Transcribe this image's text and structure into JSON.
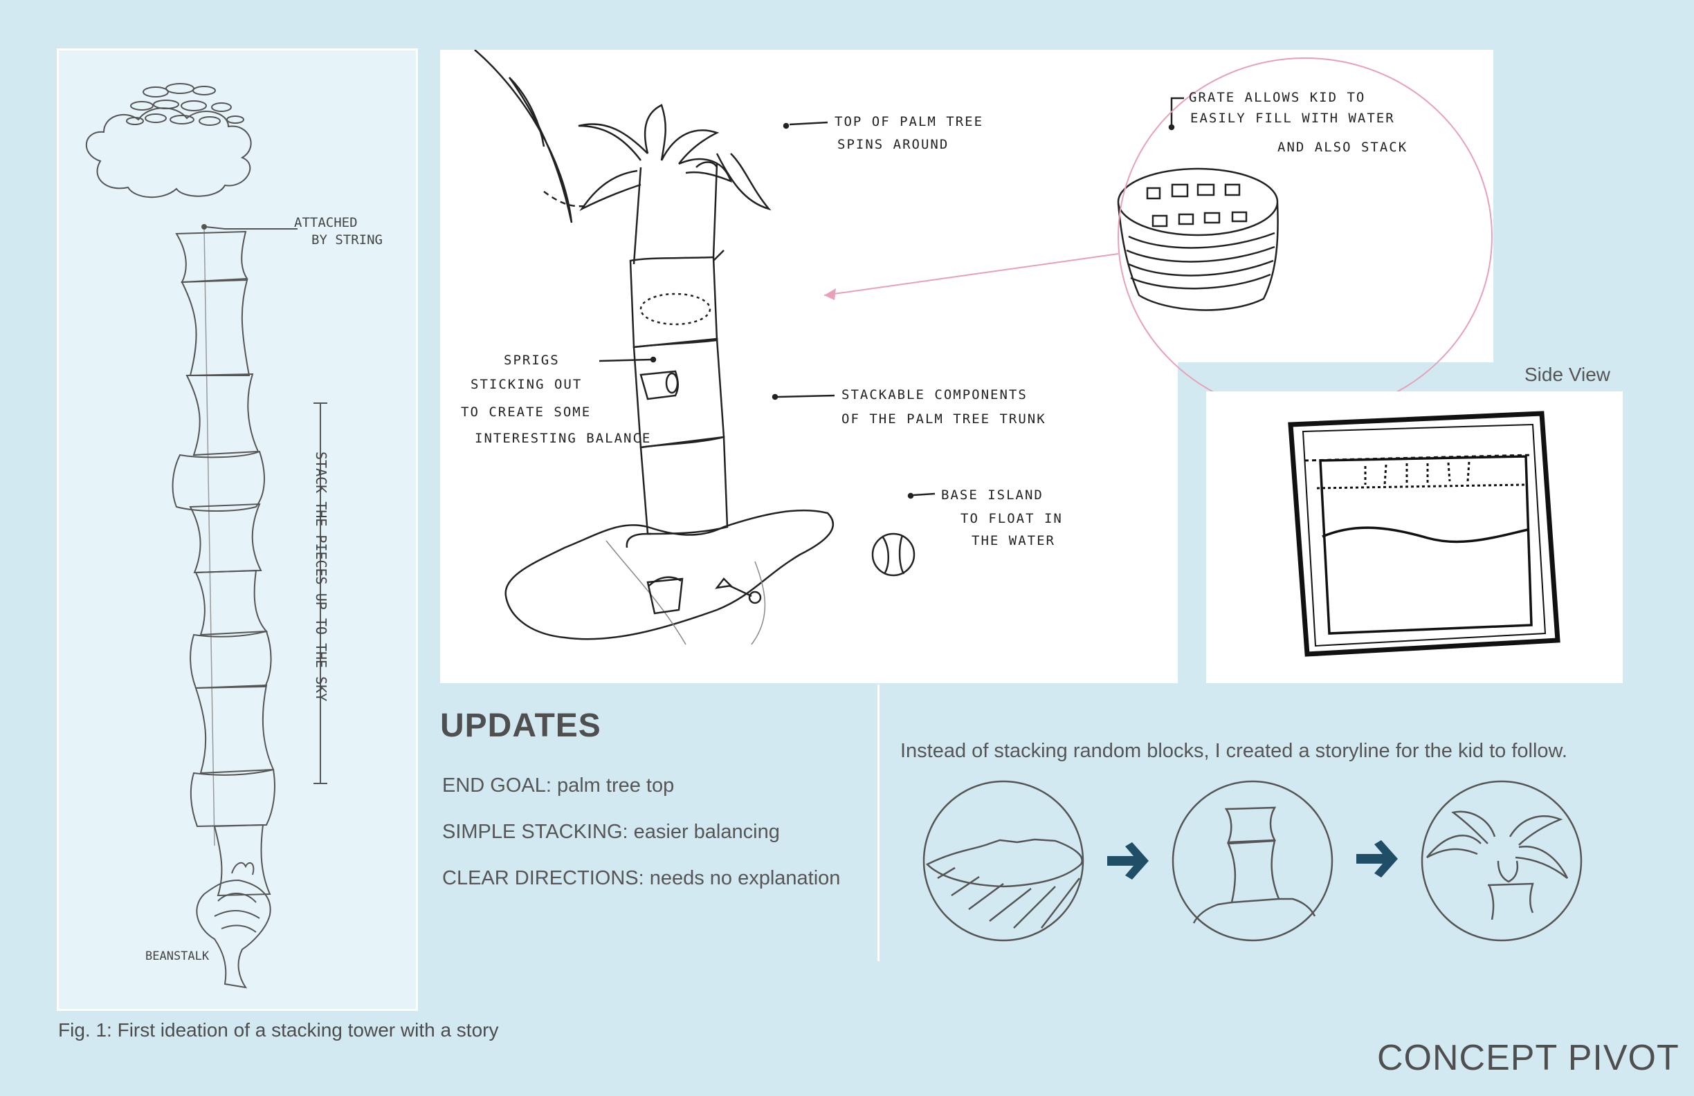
{
  "left_sketch": {
    "annotation_attached": "ATTACHED",
    "annotation_string": "BY STRING",
    "annotation_stack": "STACK THE PIECES UP TO THE SKY",
    "annotation_beanstalk": "BEANSTALK"
  },
  "caption": "Fig. 1: First ideation of a stacking tower with a story",
  "main_sketch": {
    "top_label_1": "TOP OF PALM TREE",
    "top_label_2": "SPINS AROUND",
    "sprigs_1": "SPRIGS",
    "sprigs_2": "STICKING OUT",
    "sprigs_3": "TO CREATE SOME",
    "sprigs_4": "INTERESTING BALANCE",
    "stack_1": "STACKABLE COMPONENTS",
    "stack_2": "OF THE PALM TREE TRUNK",
    "base_1": "BASE ISLAND",
    "base_2": "TO FLOAT IN",
    "base_3": "THE WATER",
    "grate_1": "GRATE ALLOWS KID TO",
    "grate_2": "EASILY FILL WITH WATER",
    "grate_3": "AND ALSO STACK"
  },
  "side_view_label": "Side View",
  "updates": {
    "title": "UPDATES",
    "items": [
      "END GOAL: palm tree top",
      "SIMPLE STACKING: easier balancing",
      "CLEAR DIRECTIONS: needs no explanation"
    ]
  },
  "storyline": "Instead of stacking random blocks, I created a storyline for the kid to follow.",
  "footer_title": "CONCEPT PIVOT",
  "colors": {
    "background": "#d3e9f2",
    "arrow": "#1f4e66",
    "pink_callout": "#e8a0b8"
  }
}
